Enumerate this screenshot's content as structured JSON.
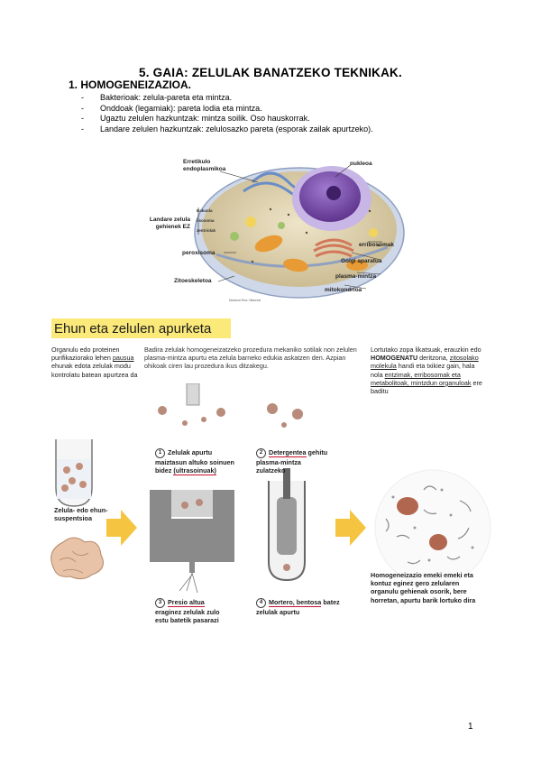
{
  "title": "5. GAIA: ZELULAK BANATZEKO TEKNIKAK.",
  "section1": {
    "heading": "1. HOMOGENEIZAZIOA.",
    "bullets": [
      "Bakterioak: zelula-pareta eta mintza.",
      "Onddoak (legamiak): pareta lodia eta mintza.",
      "Ugaztu zelulen hazkuntzak: mintza soilik. Oso hauskorrak.",
      "Landare zelulen hazkuntzak: zelulosazko pareta (esporak zailak apurtzeko)."
    ]
  },
  "cell_diagram": {
    "labels": {
      "er": "Erretikulo endoplasmikoa",
      "plant": "Landare zelula gehienek EZ",
      "vacuole": "Bakuola",
      "lysosome": "lisosoma",
      "centriole": "zentriolak",
      "nucleus": "nukleoa",
      "ribosomes": "erribosomak",
      "golgi": "Golgi aparatua",
      "peroxisome": "peroxisoma",
      "membrane": "plasma-mintza",
      "cytoskeleton": "Zitoeskeletoa",
      "mito": "mitokondrioa",
      "credit": "Mariana Ruiz Villarreal"
    }
  },
  "section2": {
    "heading": "Ehun eta zelulen apurketa",
    "intro_left": {
      "p1": "Organulu edo proteinen purifikaziorako lehen",
      "p_u": "pausua",
      "p2": "ehunak edota zelulak modu kontrolatu batean apurtzea da"
    },
    "intro_mid": "Badira zelulak homogeneizatzeko prozedura mekaniko sotilak non zelulen plasma-mintza apurtu eta zelula barneko edukia askatzen den. Azpian ohikoak ciren lau prozedura ikus ditzakegu.",
    "intro_right": {
      "p1": "Lortutako zopa likatsuak, erauzkin edo",
      "homog": "HOMOGENATU",
      "p2": "deritzona,",
      "zito": "zitosolako molekula",
      "p3": "handi eta txikiez gain, hala nola",
      "p4": "entzimak, erribosomak eta metabolitoak, mintzdun organuloak",
      "p5": "ere baditu"
    },
    "tube_label": "Zelula- edo ehun-suspentsioa",
    "step1": {
      "num": "1",
      "text": "Zelulak apurtu maiztasun altuko soinuen bidez",
      "em": "(ultrasoinuak)"
    },
    "step2": {
      "num": "2",
      "em": "Detergentea",
      "text": "gehitu plasma-mintza zulatzeko"
    },
    "step3": {
      "num": "3",
      "em": "Presio altua",
      "text": "eraginez zelulak zulo estu batetik pasarazi"
    },
    "step4": {
      "num": "4",
      "em": "Mortero, bentosa",
      "text": "batez zelulak apurtu"
    },
    "result": "Homogeneizazio emeki emeki eta kontuz eginez gero zelularen organulu gehienak osorik, bere horretan, apurtu barik lortuko dira"
  },
  "page_number": "1",
  "colors": {
    "highlight": "#fbe97a",
    "underline_red": "#c8102e",
    "nucleus": "#7b4ea3",
    "arrow": "#f5c542"
  }
}
